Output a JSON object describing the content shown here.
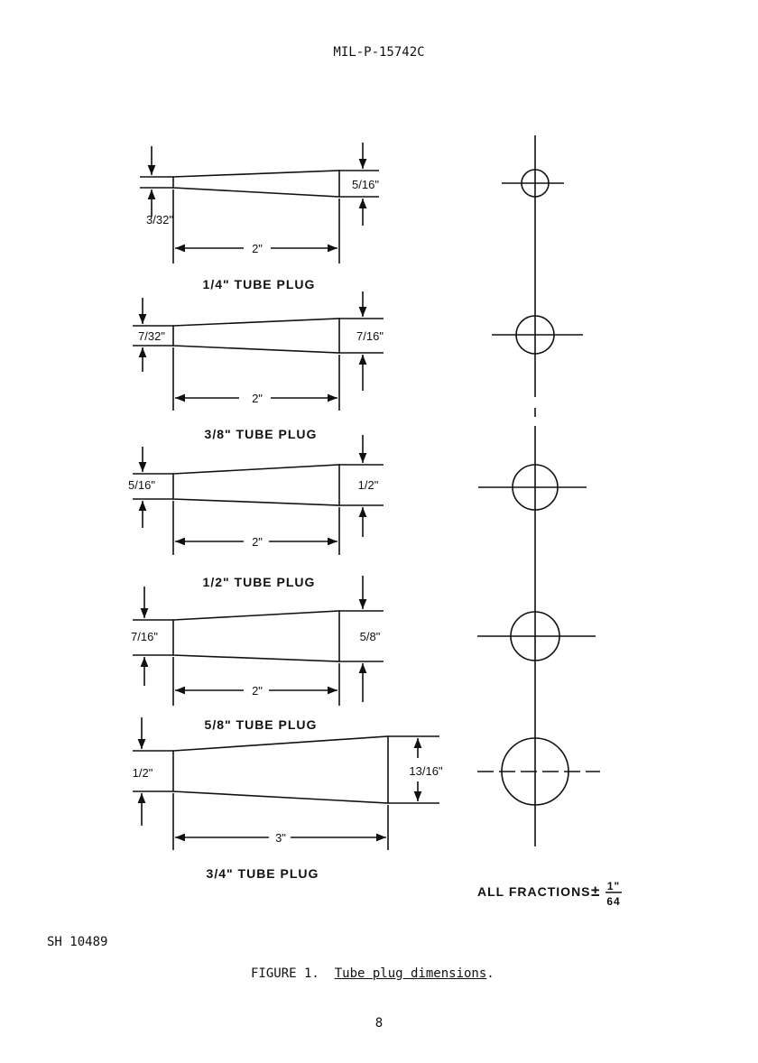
{
  "header": {
    "doc_number": "MIL-P-15742C"
  },
  "figure": {
    "plugs": [
      {
        "name": "1/4\" TUBE PLUG",
        "small_dia": "3/32\"",
        "large_dia": "5/16\"",
        "length": "2\""
      },
      {
        "name": "3/8\" TUBE PLUG",
        "small_dia": "7/32\"",
        "large_dia": "7/16\"",
        "length": "2\""
      },
      {
        "name": "1/2\" TUBE PLUG",
        "small_dia": "5/16\"",
        "large_dia": "1/2\"",
        "length": "2\""
      },
      {
        "name": "5/8\" TUBE PLUG",
        "small_dia": "7/16\"",
        "large_dia": "5/8\"",
        "length": "2\""
      },
      {
        "name": "3/4\" TUBE PLUG",
        "small_dia": "1/2\"",
        "large_dia": "13/16\"",
        "length": "3\""
      }
    ],
    "tolerance_note": "ALL FRACTIONS",
    "tolerance_sign": "±",
    "tolerance_num": "1\"",
    "tolerance_den": "64"
  },
  "footer": {
    "source_id": "SH 10489",
    "caption_prefix": "FIGURE 1.",
    "caption_title": "Tube plug dimensions",
    "caption_end": ".",
    "page_number": "8"
  }
}
